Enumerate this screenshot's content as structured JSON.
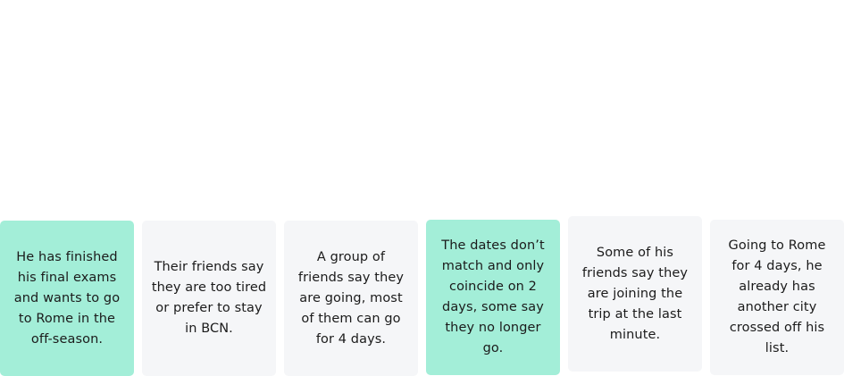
{
  "cards": [
    {
      "text": "He has finished his final exams and wants to go to Rome in the off-season.",
      "color": "#a3eed8"
    },
    {
      "text": "Their friends say they are too tired or prefer to stay in BCN.",
      "color": "#f5f6f8"
    },
    {
      "text": "A group of friends say they are going, most of them can go for 4 days.",
      "color": "#f5f6f8"
    },
    {
      "text": "The dates don’t match and only coincide on 2 days, some say they no longer go.",
      "color": "#a3eed8"
    },
    {
      "text": "Some of his friends say they are joining the trip at the last minute.",
      "color": "#f5f6f8"
    },
    {
      "text": "Going to Rome for 4 days, he already has another city crossed off his list.",
      "color": "#f5f6f8"
    }
  ]
}
